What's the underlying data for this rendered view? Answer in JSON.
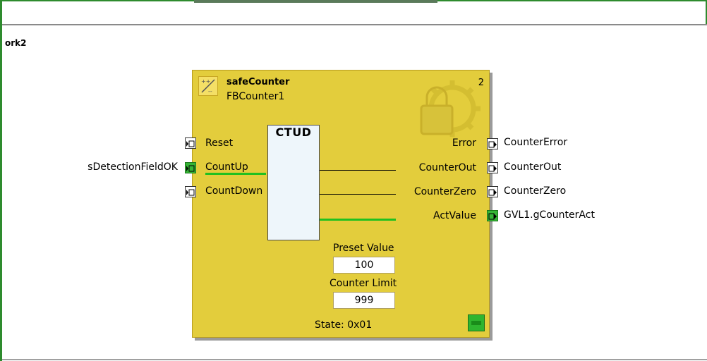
{
  "network": {
    "title": "ork2"
  },
  "block": {
    "type_name": "safeCounter",
    "instance_name": "FBCounter1",
    "index": "2",
    "core_label": "CTUD",
    "inputs": [
      {
        "pin": "Reset",
        "external": "",
        "active": false
      },
      {
        "pin": "CountUp",
        "external": "sDetectionFieldOK",
        "active": true
      },
      {
        "pin": "CountDown",
        "external": "",
        "active": false
      }
    ],
    "outputs": [
      {
        "pin": "Error",
        "external": "CounterError",
        "active": false
      },
      {
        "pin": "CounterOut",
        "external": "CounterOut",
        "active": false
      },
      {
        "pin": "CounterZero",
        "external": "CounterZero",
        "active": false
      },
      {
        "pin": "ActValue",
        "external": "GVL1.gCounterAct",
        "active": true
      }
    ],
    "preset": {
      "label": "Preset Value",
      "value": "100"
    },
    "limit": {
      "label": "Counter Limit",
      "value": "999"
    },
    "state": "State: 0x01"
  },
  "colors": {
    "block_fill": "#e3cd3c",
    "active_wire": "#20c020",
    "frame": "#2e8b2e"
  },
  "icons": {
    "block_icon": "counter-icon",
    "watermark": "safety-gear-lock-icon",
    "status": "status-led-icon"
  }
}
